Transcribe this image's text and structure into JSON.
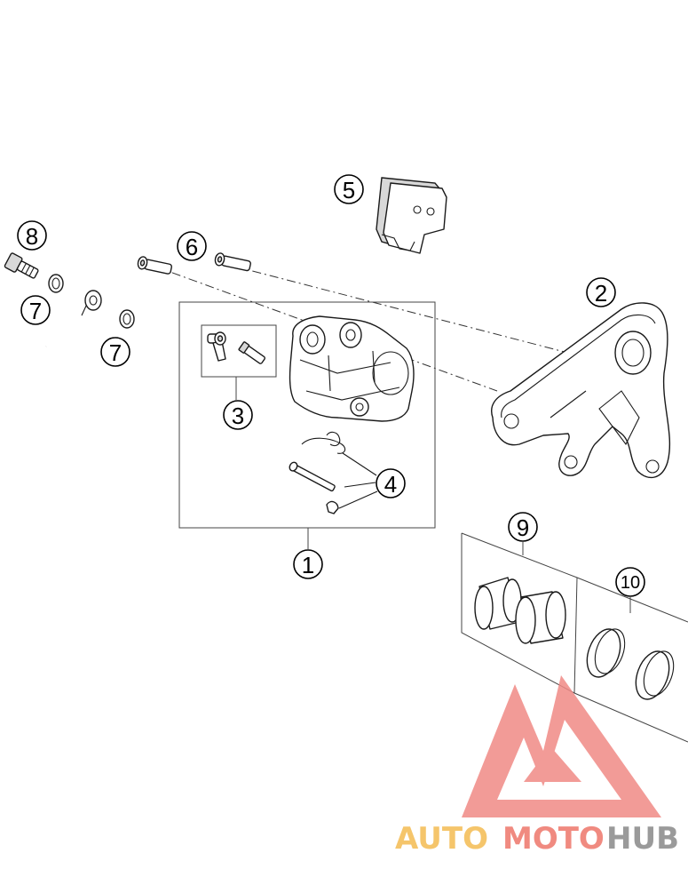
{
  "labels": {
    "l1": "1",
    "l2": "2",
    "l3": "3",
    "l4": "4",
    "l5": "5",
    "l6": "6",
    "l7a": "7",
    "l7b": "7",
    "l8": "8",
    "l9": "9",
    "l10": "10"
  },
  "watermark": {
    "part1": "AUTO",
    "part2": "MOTO",
    "part3": "HUB",
    "color1": "#f5c56b",
    "color2": "#f08a80",
    "color3": "#9a9a9a",
    "logo_color": "#f08a86"
  }
}
